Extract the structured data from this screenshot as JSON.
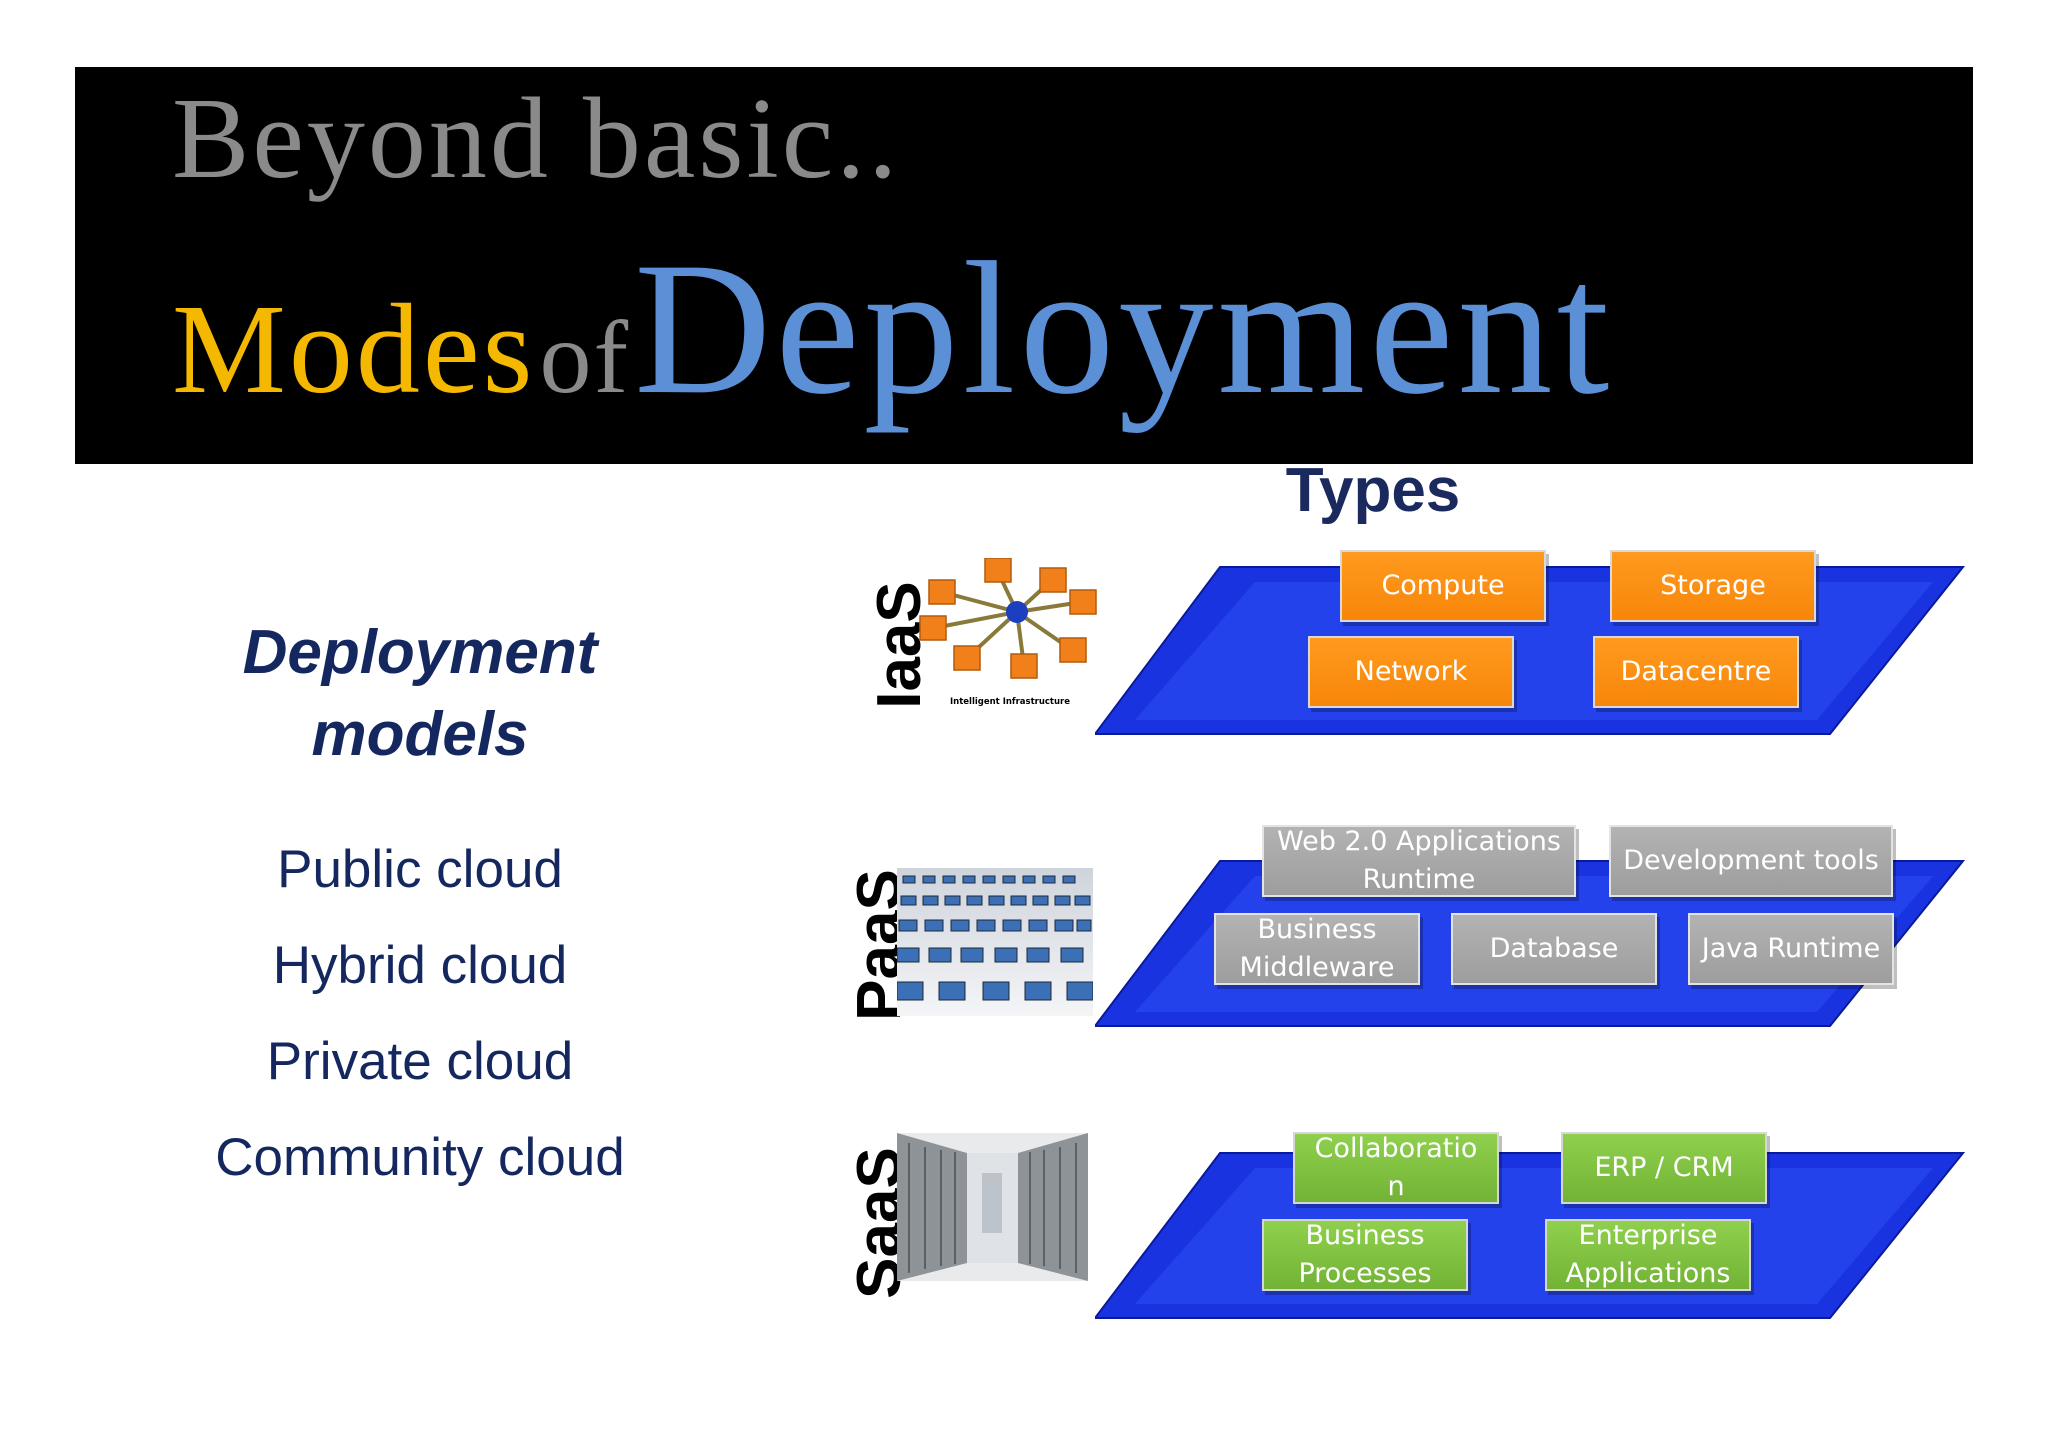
{
  "title": {
    "line1": "Beyond basic..",
    "line2_part1": "Modes",
    "line2_part2": "of",
    "line2_part3": "Deployment"
  },
  "deployment_models": {
    "heading_line1": "Deployment",
    "heading_line2": "models",
    "items": [
      "Public cloud",
      "Hybrid cloud",
      "Private cloud",
      "Community cloud"
    ]
  },
  "types": {
    "heading": "Types",
    "iaas": {
      "label": "IaaS",
      "image_caption": "Intelligent Infrastructure",
      "tiles": [
        "Compute",
        "Storage",
        "Network",
        "Datacentre"
      ]
    },
    "paas": {
      "label": "PaaS",
      "tiles": [
        "Web 2.0 Applications Runtime",
        "Development tools",
        "Business Middleware",
        "Database",
        "Java Runtime"
      ]
    },
    "saas": {
      "label": "SaaS",
      "tiles": [
        "Collaboratio n",
        "ERP / CRM",
        "Business Processes",
        "Enterprise Applications"
      ]
    }
  },
  "colors": {
    "banner": "#000000",
    "title_grey": "#8a8a8a",
    "title_yellow": "#f5b800",
    "title_blue": "#5b8fd6",
    "navy_text": "#14285f",
    "platform_blue": "#1a33e0",
    "iaas_tile": "#f7860a",
    "paas_tile": "#a6a6a6",
    "saas_tile": "#7cbd3d"
  }
}
